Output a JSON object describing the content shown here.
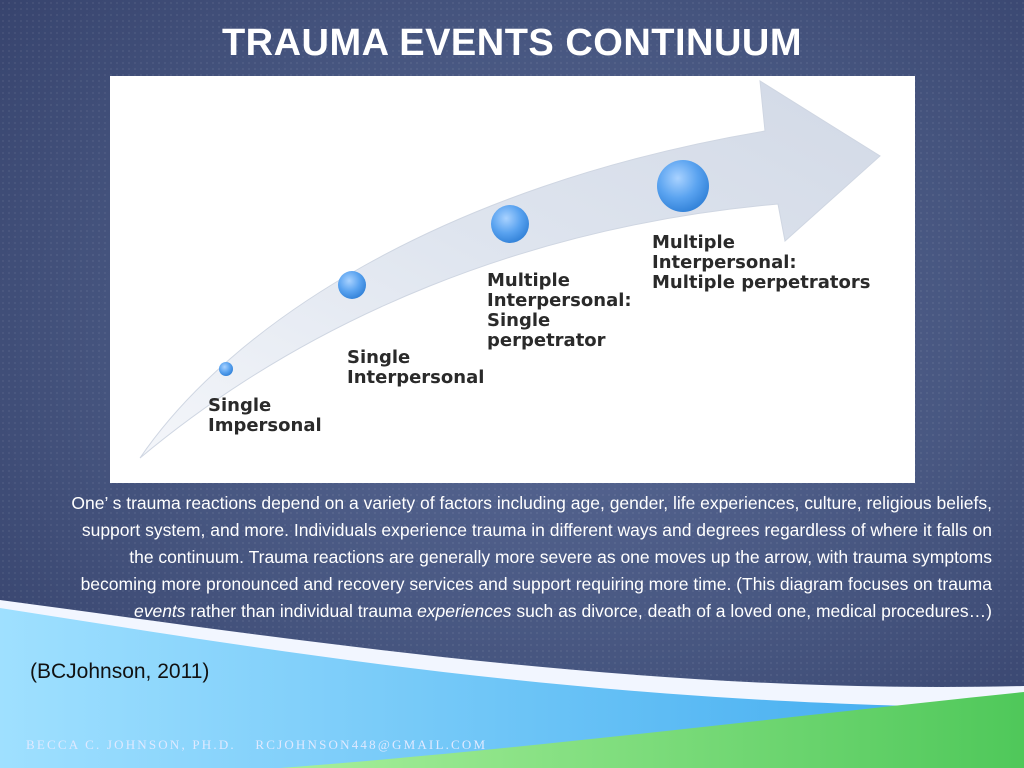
{
  "title": "TRAUMA EVENTS CONTINUUM",
  "diagram": {
    "stages": [
      {
        "label": "Single\nImpersonal"
      },
      {
        "label": "Single\nInterpersonal"
      },
      {
        "label": "Multiple\nInterpersonal:\nSingle\nperpetrator"
      },
      {
        "label": "Multiple\nInterpersonal:\nMultiple perpetrators"
      }
    ]
  },
  "body": {
    "p1": "One’ s trauma reactions depend on a variety of factors including age, gender, life experiences, culture, religious beliefs, support system, and more.  Individuals experience trauma in different ways and degrees regardless of where it falls on the continuum.  Trauma reactions are generally more severe as one moves up the arrow, with trauma symptoms becoming more pronounced and recovery services and support requiring more time. (This diagram focuses on trauma ",
    "events": "events",
    "p2": " rather than individual trauma ",
    "experiences": "experiences",
    "p3": " such as divorce, death of a loved one, medical procedures…)"
  },
  "citation": "(BCJohnson, 2011)",
  "footer": {
    "author": "BECCA C. JOHNSON, PH.D.",
    "email": "RCJOHNSON448@GMAIL.COM"
  },
  "colors": {
    "background": "#46557f",
    "arrow": "#dde3ee",
    "circle": "#4d97e8",
    "wave_blue": "#7fd0ff",
    "wave_green": "#6fd06a"
  }
}
